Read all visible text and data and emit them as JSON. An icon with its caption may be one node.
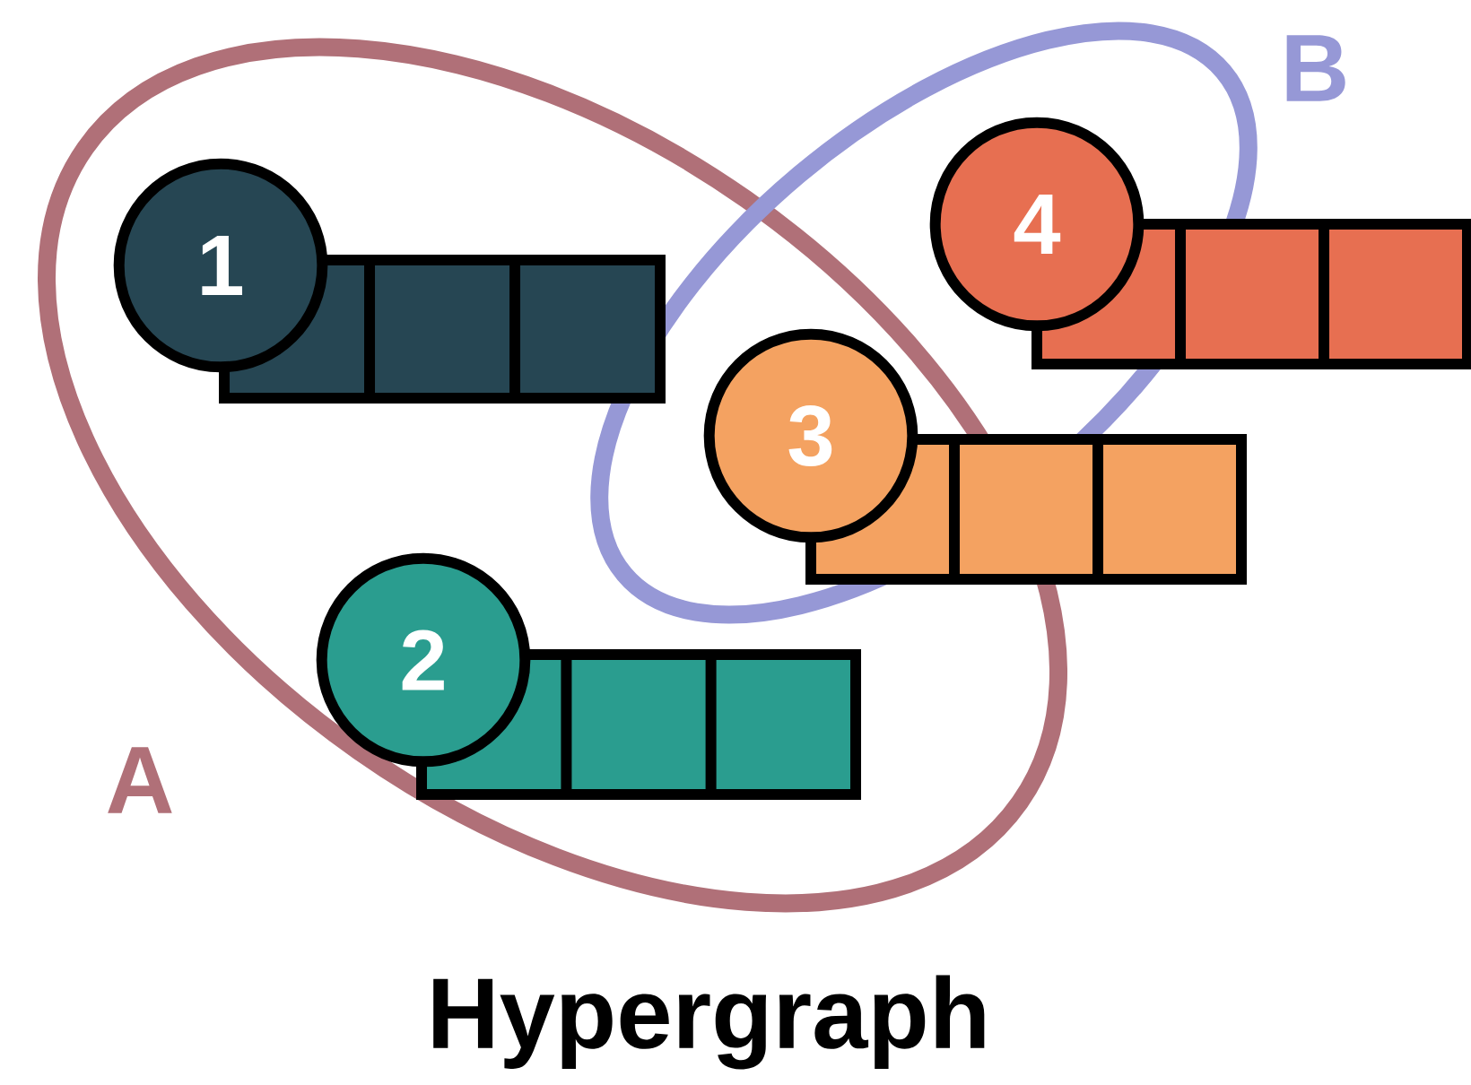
{
  "diagram": {
    "caption": "Hypergraph",
    "nodes": [
      {
        "text": [
          "1"
        ]
      },
      {
        "text": [
          "2"
        ]
      },
      {
        "text": [
          "3"
        ]
      },
      {
        "text": [
          "4"
        ]
      }
    ],
    "labels": [
      "B",
      "A"
    ]
  }
}
